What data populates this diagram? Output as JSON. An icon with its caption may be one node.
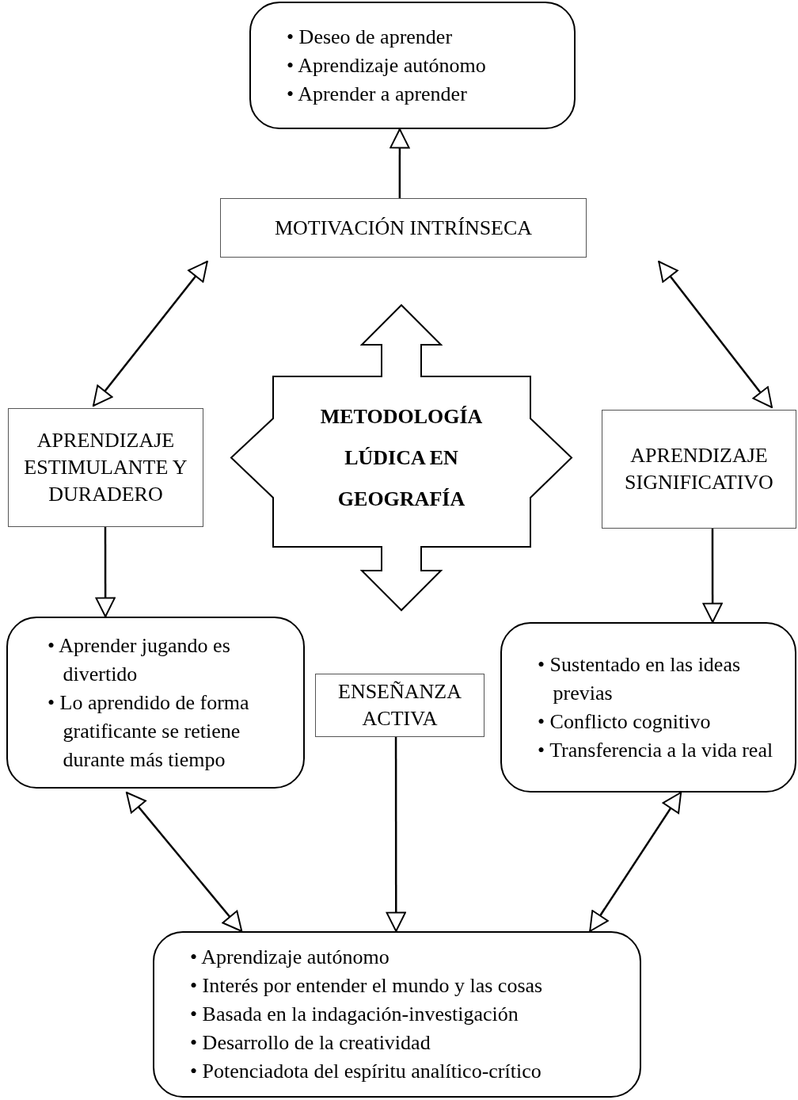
{
  "diagram": {
    "nodes": [
      {
        "text": [
          "• Deseo de aprender",
          "• Aprendizaje autónomo",
          "• Aprender a aprender"
        ]
      },
      {
        "text": [
          "MOTIVACIÓN INTRÍNSECA"
        ]
      },
      {
        "text": [
          "METODOLOGÍA LÚDICA EN GEOGRAFÍA"
        ]
      },
      {
        "text": [
          "APRENDIZAJE ESTIMULANTE Y DURADERO"
        ]
      },
      {
        "text": [
          "APRENDIZAJE SIGNIFICATIVO"
        ]
      },
      {
        "text": [
          "• Aprender jugando es divertido",
          "• Lo aprendido de forma gratificante se retiene durante más tiempo"
        ]
      },
      {
        "text": [
          "ENSEÑANZA ACTIVA"
        ]
      },
      {
        "text": [
          "• Sustentado en las ideas previas",
          "• Conflicto cognitivo",
          "• Transferencia a la vida real"
        ]
      },
      {
        "text": [
          "• Aprendizaje autónomo",
          "• Interés por entender el mundo y las cosas",
          "• Basada en la indagación-investigación",
          "• Desarrollo de la creatividad",
          "• Potenciadota del espíritu analítico-crítico"
        ]
      }
    ],
    "edges": [
      {
        "from": 1,
        "to": 0,
        "arrow": "to"
      },
      {
        "from": 1,
        "to": 3,
        "arrow": "both"
      },
      {
        "from": 1,
        "to": 4,
        "arrow": "both"
      },
      {
        "from": 3,
        "to": 5,
        "arrow": "to"
      },
      {
        "from": 4,
        "to": 7,
        "arrow": "to"
      },
      {
        "from": 6,
        "to": 8,
        "arrow": "to"
      },
      {
        "from": 5,
        "to": 8,
        "arrow": "both"
      },
      {
        "from": 7,
        "to": 8,
        "arrow": "both"
      }
    ]
  }
}
